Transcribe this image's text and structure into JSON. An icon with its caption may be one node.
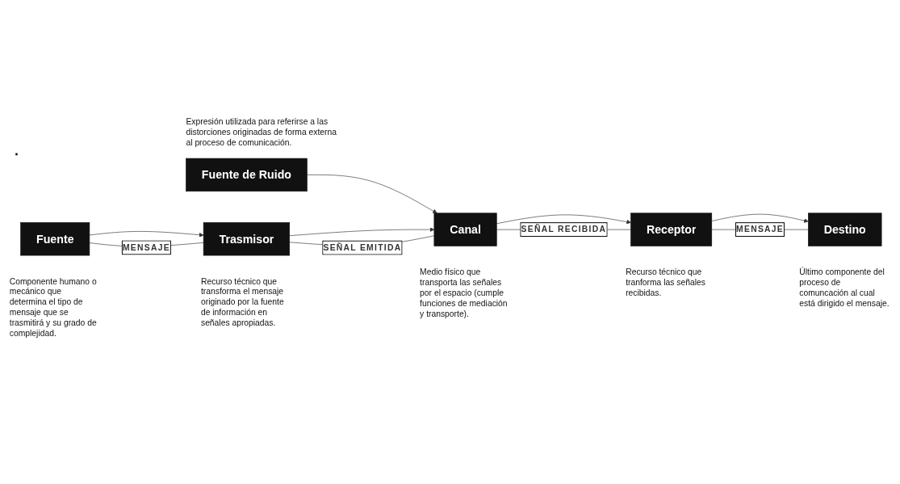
{
  "diagram": {
    "nodes": [
      {
        "text": [
          "Fuente de Ruido"
        ],
        "beside": [
          "Expresión utilizada para referirse a las distorciones originadas de forma externa al proceso de comunicación."
        ]
      },
      {
        "text": [
          "Fuente"
        ],
        "beside": [
          "Componente humano o mecánico que determina el tipo de mensaje que se trasmitirá y su grado de complejidad."
        ]
      },
      {
        "text": [
          "Trasmisor"
        ],
        "beside": [
          "Recurso técnico que transforma el mensaje originado por la fuente de información en señales apropiadas."
        ]
      },
      {
        "text": [
          "Canal"
        ],
        "beside": [
          "Medio físico que transporta las señales por el espacio (cumple funciones de mediación y transporte)."
        ]
      },
      {
        "text": [
          "Receptor"
        ],
        "beside": [
          "Recurso técnico que tranforma las señales recibidas."
        ]
      },
      {
        "text": [
          "Destino"
        ],
        "beside": [
          "Último componente del proceso de comuncación al cual está dirigido el mensaje."
        ]
      }
    ],
    "edges": [
      {
        "from": 0,
        "to": 3,
        "arrow": "to"
      },
      {
        "from": 1,
        "to": 2,
        "arrow": "to"
      },
      {
        "from": 1,
        "to": 2,
        "arrow": "none",
        "label": "MENSAJE"
      },
      {
        "from": 2,
        "to": 3,
        "arrow": "to"
      },
      {
        "from": 2,
        "to": 3,
        "arrow": "none",
        "label": "SEÑAL EMITIDA"
      },
      {
        "from": 3,
        "to": 4,
        "arrow": "to"
      },
      {
        "from": 3,
        "to": 4,
        "arrow": "none",
        "label": "SEÑAL RECIBIDA"
      },
      {
        "from": 4,
        "to": 5,
        "arrow": "to"
      },
      {
        "from": 4,
        "to": 5,
        "arrow": "none",
        "label": "MENSAJE"
      }
    ]
  }
}
